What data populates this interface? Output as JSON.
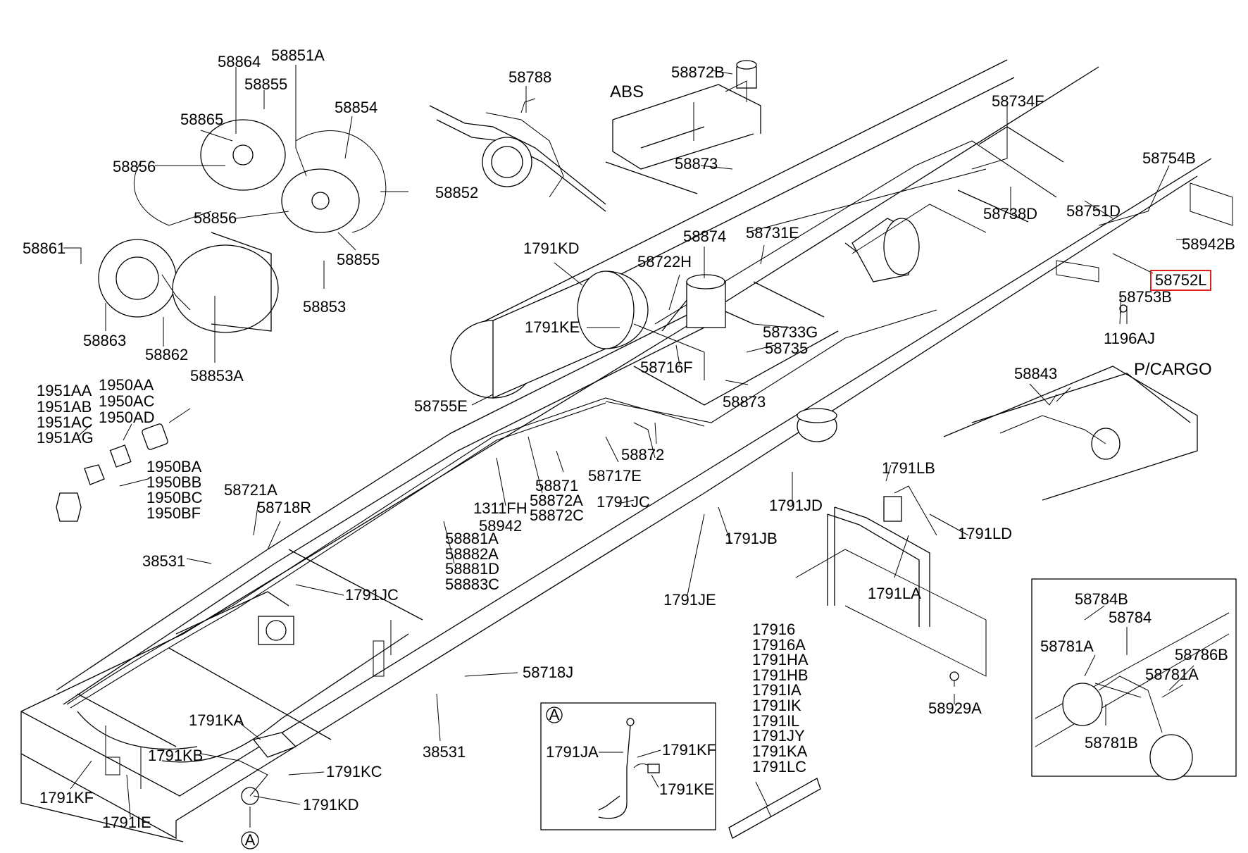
{
  "sections": {
    "abs": "ABS",
    "p_cargo": "P/CARGO"
  },
  "highlighted_part": "58752L",
  "highlight_color": "#e02020",
  "callout_marker": "A",
  "labels": {
    "p58864": "58864",
    "p58851A": "58851A",
    "p58855a": "58855",
    "p58865": "58865",
    "p58854": "58854",
    "p58856a": "58856",
    "p58852": "58852",
    "p58856b": "58856",
    "p58861": "58861",
    "p58855b": "58855",
    "p58853": "58853",
    "p58863": "58863",
    "p58862": "58862",
    "p58853A": "58853A",
    "p58788": "58788",
    "p58872B": "58872B",
    "p58873a": "58873",
    "p58734F": "58734F",
    "p58754B": "58754B",
    "p58738D": "58738D",
    "p58751D": "58751D",
    "p58942B": "58942B",
    "p58752L": "58752L",
    "p58753B": "58753B",
    "p1196AJ": "1196AJ",
    "p58874": "58874",
    "p58731E": "58731E",
    "p1791KD_top": "1791KD",
    "p58722H": "58722H",
    "p1791KE_top": "1791KE",
    "p58733G": "58733G",
    "p58735": "58735",
    "p58716F": "58716F",
    "p58873b": "58873",
    "p58755E": "58755E",
    "p58843": "58843",
    "p1951AA": "1951AA",
    "p1951AB": "1951AB",
    "p1951AC": "1951AC",
    "p1951AG": "1951AG",
    "p1950AA": "1950AA",
    "p1950AC": "1950AC",
    "p1950AD": "1950AD",
    "p1950BA": "1950BA",
    "p1950BB": "1950BB",
    "p1950BC": "1950BC",
    "p1950BF": "1950BF",
    "p58872": "58872",
    "p58717E": "58717E",
    "p58871": "58871",
    "p58872A": "58872A",
    "p58872C": "58872C",
    "p1311FH": "1311FH",
    "p58942": "58942",
    "p58721A": "58721A",
    "p58718R": "58718R",
    "p1791JC_a": "1791JC",
    "p1791JD": "1791JD",
    "p1791LB": "1791LB",
    "p1791LD": "1791LD",
    "p58881A": "58881A",
    "p58882A": "58882A",
    "p58881D": "58881D",
    "p58883C": "58883C",
    "p1791JB": "1791JB",
    "p38531a": "38531",
    "p1791JC_b": "1791JC",
    "p1791JE": "1791JE",
    "p1791LA": "1791LA",
    "p58784B": "58784B",
    "p58784": "58784",
    "p58781A_a": "58781A",
    "p58786B": "58786B",
    "p58781A_b": "58781A",
    "p58781B": "58781B",
    "p58929A": "58929A",
    "p58718J": "58718J",
    "p38531b": "38531",
    "p1791KA": "1791KA",
    "p1791KB": "1791KB",
    "p1791KC": "1791KC",
    "p1791KF": "1791KF",
    "p1791IE": "1791IE",
    "p1791KD_bot": "1791KD",
    "p1791JA": "1791JA",
    "p1791KF_det": "1791KF",
    "p1791KE_det": "1791KE"
  },
  "hose_list": [
    "17916",
    "17916A",
    "1791HA",
    "1791HB",
    "1791IA",
    "1791IK",
    "1791IL",
    "1791JY",
    "1791KA",
    "1791LC"
  ]
}
